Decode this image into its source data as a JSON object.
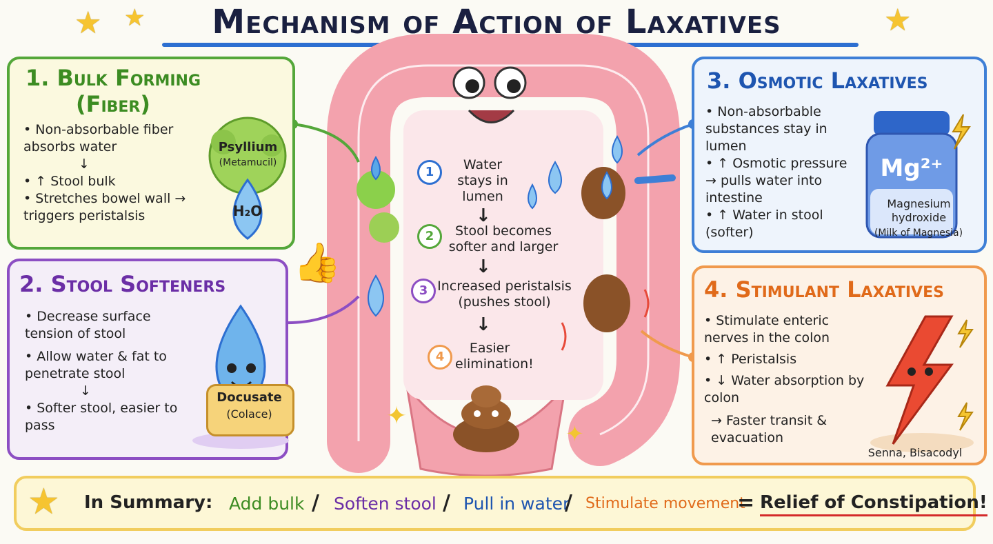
{
  "title": "Mechanism of Action of Laxatives",
  "panels": {
    "bulk": {
      "title": "1. Bulk Forming (Fiber)",
      "bullet1": "• Non-absorbable fiber absorbs water",
      "bullet2": "• ↑ Stool bulk",
      "bullet3": "• Stretches bowel wall → triggers peristalsis",
      "mascot_name": "Psyllium",
      "mascot_brand": "(Metamucil)",
      "water_label": "H₂O"
    },
    "softeners": {
      "title": "2. Stool Softeners",
      "bullet1": "• Decrease surface tension of stool",
      "bullet2": "• Allow water & fat to penetrate stool",
      "bullet3": "• Softer stool, easier to pass",
      "drug_name": "Docusate",
      "drug_brand": "(Colace)"
    },
    "osmotic": {
      "title": "3. Osmotic Laxatives",
      "bullet1": "• Non-absorbable substances stay in lumen",
      "bullet2": "• ↑ Osmotic pressure → pulls water into intestine",
      "bullet3": "• ↑ Water in stool (softer)",
      "jar_symbol": "Mg²⁺",
      "drug_name": "Magnesium hydroxide",
      "drug_brand": "(Milk of Magnesia)"
    },
    "stimulant": {
      "title": "4. Stimulant Laxatives",
      "bullet1": "• Stimulate enteric nerves in the colon",
      "bullet2": "• ↑ Peristalsis",
      "bullet3": "• ↓ Water absorption by colon",
      "bullet4": "→ Faster transit & evacuation",
      "drugs": "Senna, Bisacodyl"
    }
  },
  "steps": [
    {
      "num": "1",
      "text": "Water stays in lumen"
    },
    {
      "num": "2",
      "text": "Stool becomes softer and larger"
    },
    {
      "num": "3",
      "text": "Increased peristalsis (pushes stool)"
    },
    {
      "num": "4",
      "text": "Easier elimination!"
    }
  ],
  "summary": {
    "label": "In Summary:",
    "bulk": "Add bulk",
    "soften": "Soften stool",
    "water": "Pull in water",
    "stimulate": "Stimulate movement",
    "equals": "=",
    "result": "Relief of Constipation!"
  },
  "colors": {
    "green": "#3c8c22",
    "purple": "#6b2ea6",
    "blue": "#1e55b0",
    "orange": "#e06a1a",
    "colon": "#f3a2ad"
  },
  "icons": [
    "star-icon",
    "thumbs-up-icon",
    "water-drop-icon",
    "lightning-icon",
    "stool-icon",
    "fiber-mascot-icon",
    "mg-jar-icon"
  ]
}
